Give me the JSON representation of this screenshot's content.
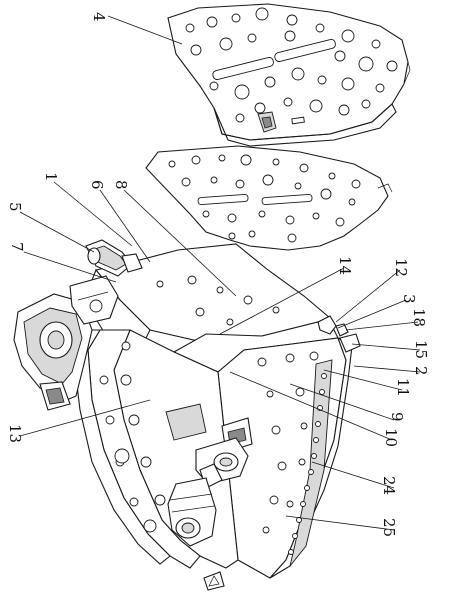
{
  "callouts": [
    {
      "id": "c4",
      "text": "4"
    },
    {
      "id": "c1",
      "text": "1"
    },
    {
      "id": "c6",
      "text": "6"
    },
    {
      "id": "c8",
      "text": "8"
    },
    {
      "id": "c5",
      "text": "5"
    },
    {
      "id": "c7",
      "text": "7"
    },
    {
      "id": "c14",
      "text": "14"
    },
    {
      "id": "c12",
      "text": "12"
    },
    {
      "id": "c3",
      "text": "3"
    },
    {
      "id": "c18",
      "text": "18"
    },
    {
      "id": "c15",
      "text": "15"
    },
    {
      "id": "c2",
      "text": "2"
    },
    {
      "id": "c11",
      "text": "11"
    },
    {
      "id": "c9",
      "text": "9"
    },
    {
      "id": "c10",
      "text": "10"
    },
    {
      "id": "c13",
      "text": "13"
    },
    {
      "id": "c24",
      "text": "24"
    },
    {
      "id": "c25",
      "text": "25"
    }
  ]
}
